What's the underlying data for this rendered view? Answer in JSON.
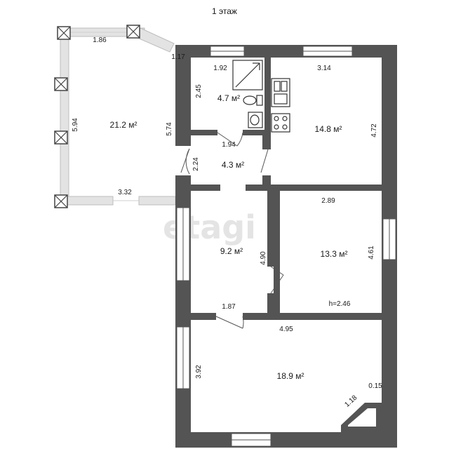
{
  "title": "1 этаж",
  "watermark": "etagi",
  "colors": {
    "wall": "#545454",
    "light_wall": "#e3e3e3",
    "window": "#ffffff",
    "line": "#555555"
  },
  "rooms": [
    {
      "id": "veranda",
      "area": "21.2 м²"
    },
    {
      "id": "bathroom",
      "area": "4.7 м²"
    },
    {
      "id": "kitchen",
      "area": "14.8 м²"
    },
    {
      "id": "hall",
      "area": "4.3 м²"
    },
    {
      "id": "room-middle",
      "area": "9.2 м²"
    },
    {
      "id": "room-right",
      "area": "13.3 м²"
    },
    {
      "id": "room-bottom",
      "area": "18.9 м²"
    }
  ],
  "dimensions": {
    "veranda_top": "1.86",
    "veranda_side": "5.94",
    "veranda_bottom": "3.32",
    "veranda_corner": "1.17",
    "outer_left": "5.74",
    "bath_width": "1.92",
    "bath_height": "2.45",
    "kitchen_width": "3.14",
    "kitchen_height": "4.72",
    "hall_width": "1.94",
    "hall_height": "2.24",
    "right_room_width": "2.89",
    "right_room_height": "4.61",
    "ceiling_height": "h=2.46",
    "middle_room_height": "4.90",
    "middle_room_width": "1.87",
    "bottom_room_width": "4.95",
    "bottom_room_height": "3.92",
    "corner_small": "0.15",
    "corner_diag": "1.18"
  }
}
